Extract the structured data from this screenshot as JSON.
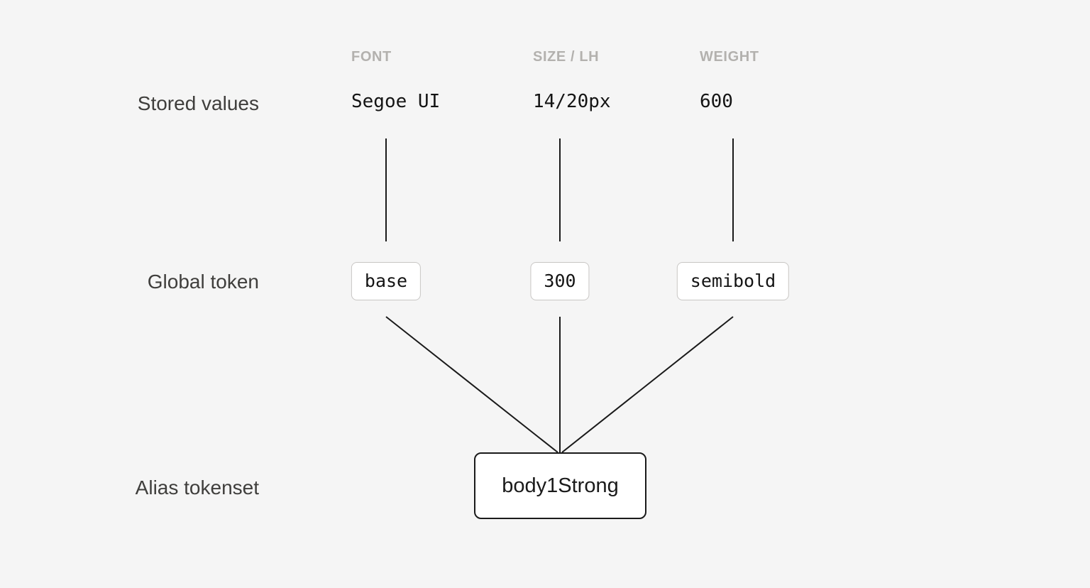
{
  "diagram": {
    "row_labels": {
      "stored_values": "Stored values",
      "global_token": "Global token",
      "alias_tokenset": "Alias tokenset"
    },
    "columns": [
      {
        "header": "FONT",
        "stored_value": "Segoe UI",
        "global_token": "base"
      },
      {
        "header": "SIZE / LH",
        "stored_value": "14/20px",
        "global_token": "300"
      },
      {
        "header": "WEIGHT",
        "stored_value": "600",
        "global_token": "semibold"
      }
    ],
    "alias_token": "body1Strong",
    "colors": {
      "background": "#f5f5f5",
      "header_text": "#b3b1ae",
      "row_label_text": "#3f3e3c",
      "value_text": "#141414",
      "connector_line": "#1a1a1a",
      "global_token_box_border": "#c8c6c4",
      "alias_box_border": "#1a1a1a",
      "box_fill": "#ffffff"
    }
  }
}
